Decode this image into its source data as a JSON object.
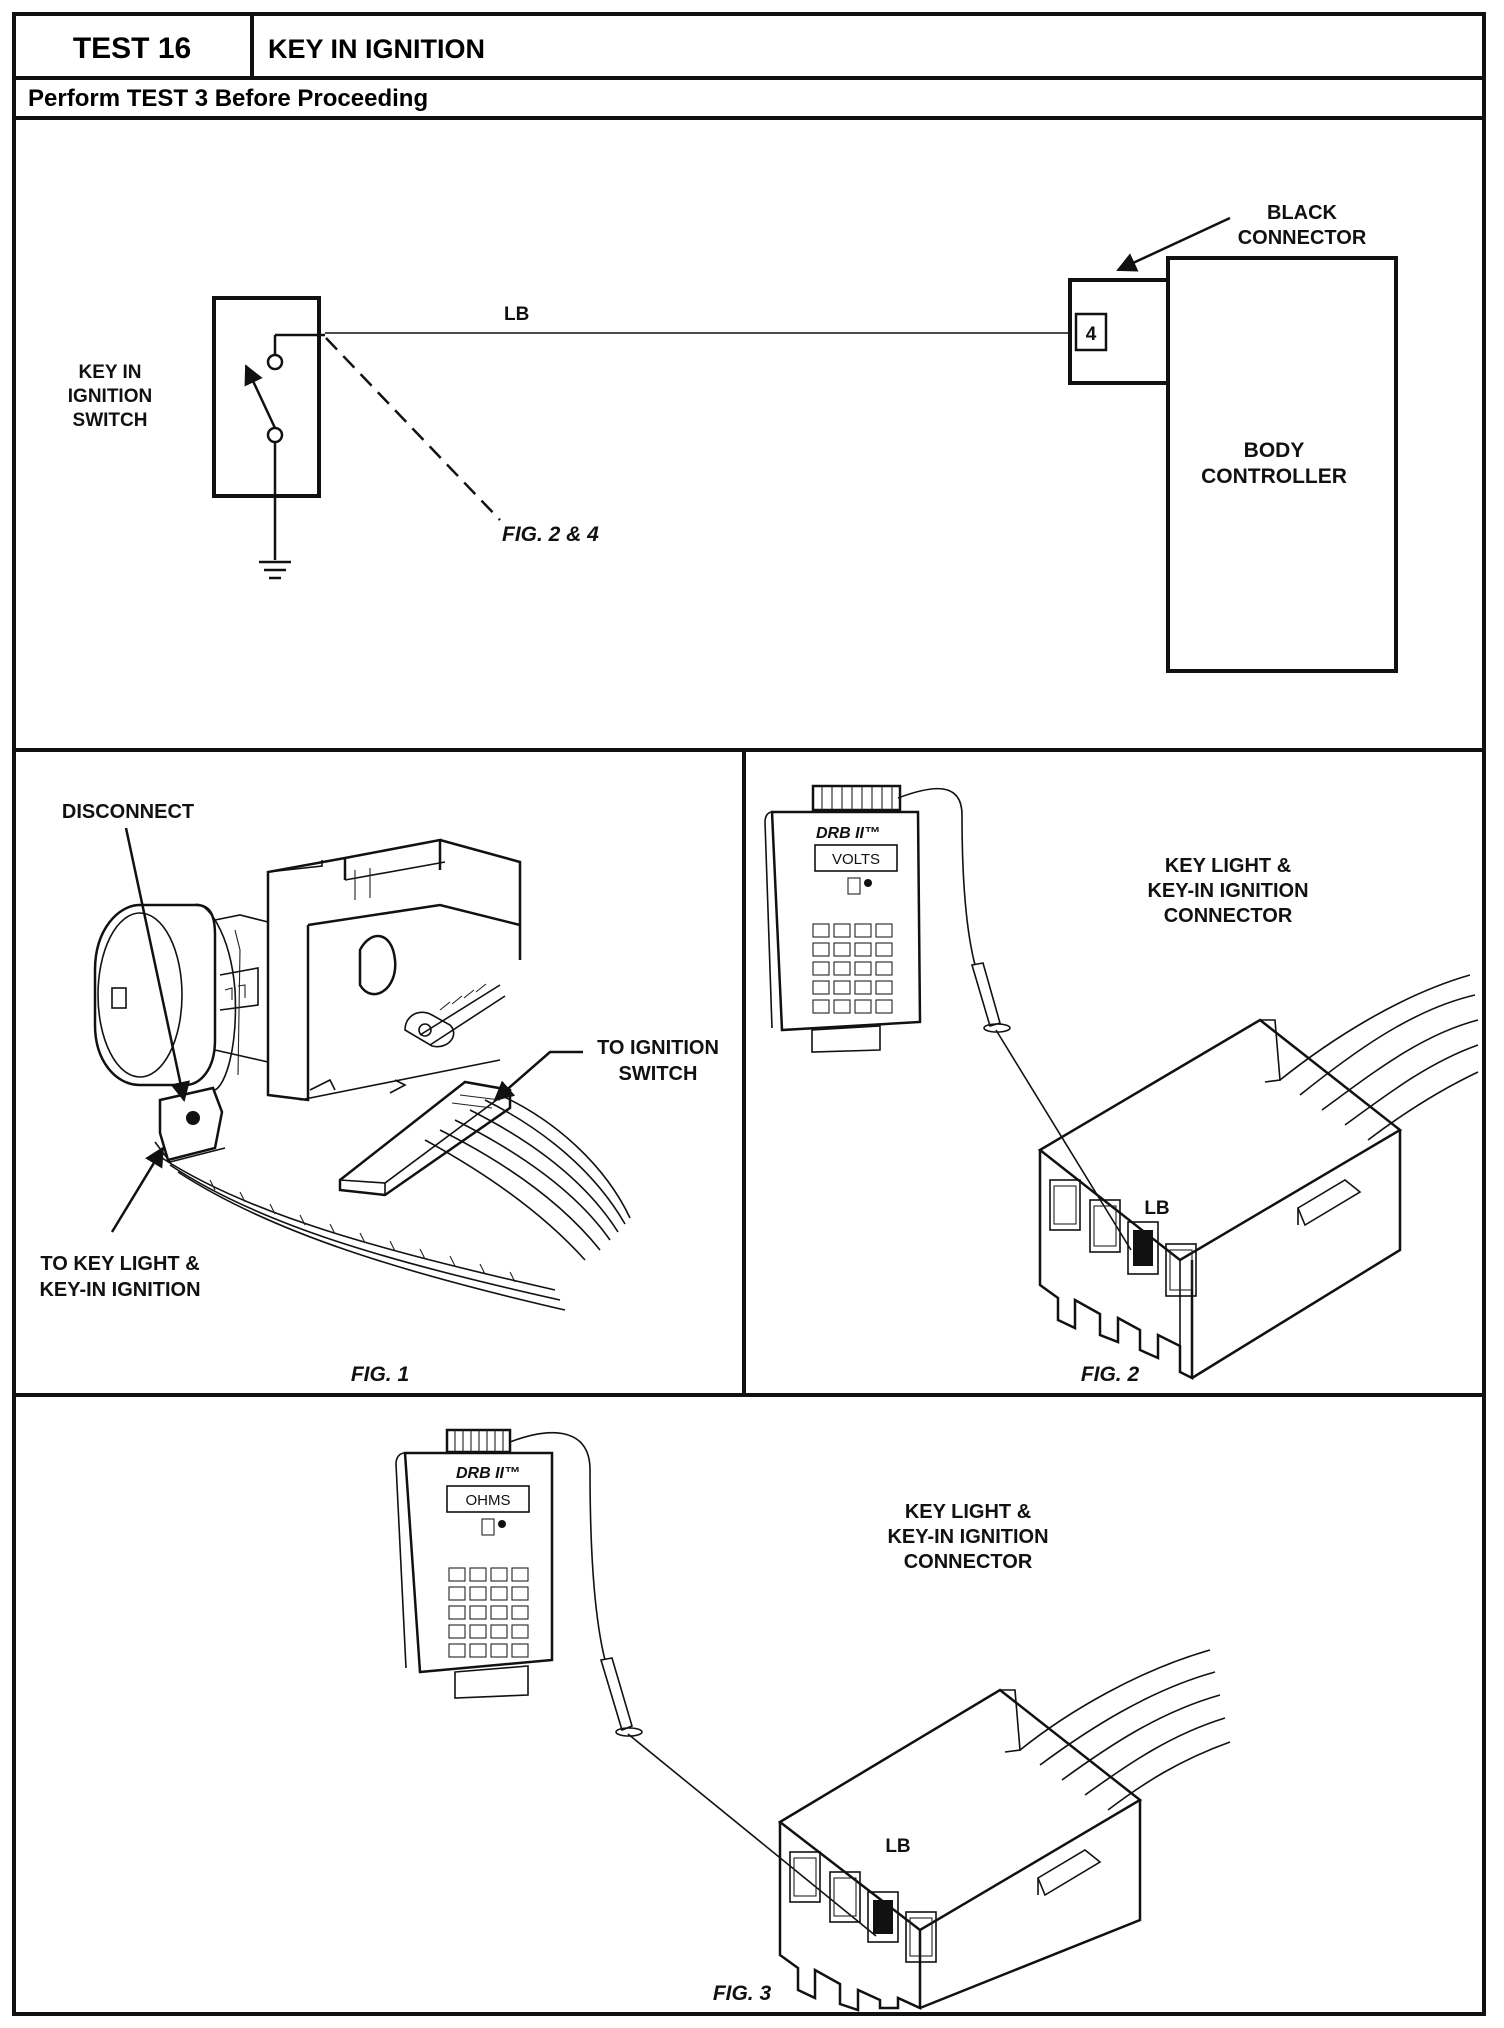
{
  "header": {
    "test_number": "TEST 16",
    "test_title": "KEY IN IGNITION",
    "prerequisite": "Perform TEST 3 Before Proceeding"
  },
  "schematic": {
    "switch_label": [
      "KEY IN",
      "IGNITION",
      "SWITCH"
    ],
    "wire_label": "LB",
    "connector_callout": [
      "BLACK",
      "CONNECTOR"
    ],
    "pin_number": "4",
    "controller_label": [
      "BODY",
      "CONTROLLER"
    ],
    "figure_ref": "FIG. 2 & 4"
  },
  "fig1": {
    "caption": "FIG. 1",
    "disconnect_label": "DISCONNECT",
    "to_switch_label": [
      "TO IGNITION",
      "SWITCH"
    ],
    "to_keylight_label": [
      "TO KEY LIGHT &",
      "KEY-IN IGNITION"
    ]
  },
  "fig2": {
    "caption": "FIG. 2",
    "meter_brand": "DRB II™",
    "meter_display": "VOLTS",
    "connector_label": [
      "KEY LIGHT &",
      "KEY-IN IGNITION",
      "CONNECTOR"
    ],
    "cavity_label": "LB"
  },
  "fig3": {
    "caption": "FIG. 3",
    "meter_brand": "DRB II™",
    "meter_display": "OHMS",
    "connector_label": [
      "KEY LIGHT &",
      "KEY-IN IGNITION",
      "CONNECTOR"
    ],
    "cavity_label": "LB"
  }
}
